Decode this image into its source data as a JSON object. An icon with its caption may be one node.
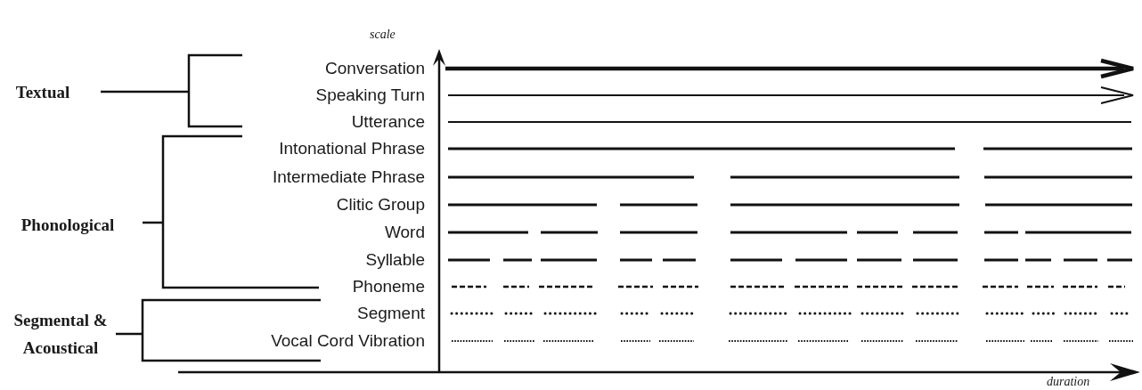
{
  "diagram": {
    "labels": [
      "scale",
      "Textual",
      "Phonological",
      "Segmental & Acoustical",
      "Conversation",
      "Speaking Turn",
      "Utterance",
      "Intonational Phrase",
      "Intermediate Phrase",
      "Clitic Group",
      "Word",
      "Syllable",
      "Phoneme",
      "Segment",
      "Vocal Cord Vibration",
      "duration"
    ]
  }
}
